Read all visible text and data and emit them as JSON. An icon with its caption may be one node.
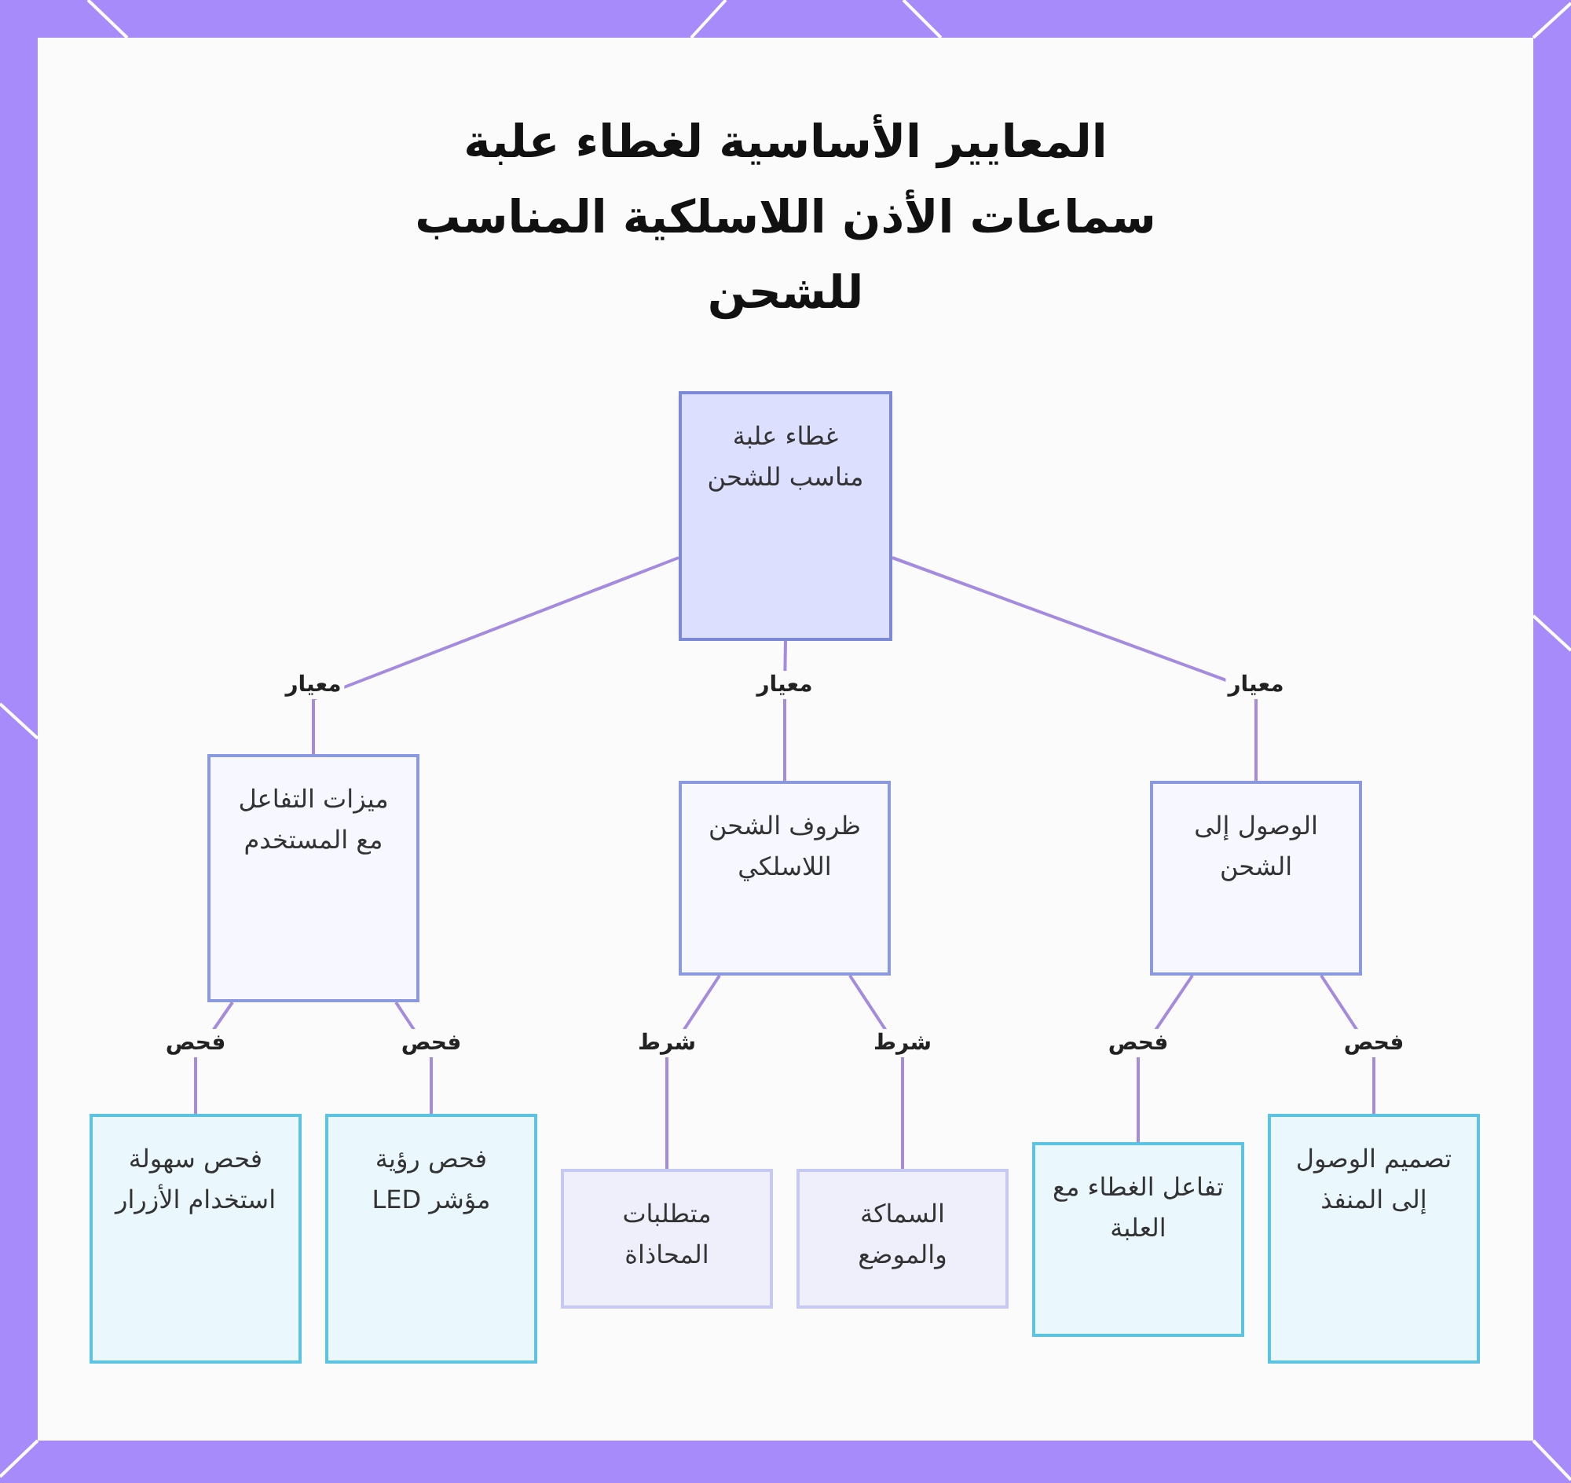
{
  "diagram": {
    "title": "المعايير الأساسية لغطاء علبة سماعات الأذن اللاسلكية المناسب للشحن",
    "nodes": [
      {
        "text": [
          "غطاء علبة مناسب للشحن"
        ]
      },
      {
        "text": [
          "الوصول إلى الشحن"
        ]
      },
      {
        "text": [
          "ظروف الشحن اللاسلكي"
        ]
      },
      {
        "text": [
          "ميزات التفاعل مع المستخدم"
        ]
      },
      {
        "text": [
          "تصميم الوصول إلى المنفذ"
        ]
      },
      {
        "text": [
          "تفاعل الغطاء مع العلبة"
        ]
      },
      {
        "text": [
          "السماكة والموضع"
        ]
      },
      {
        "text": [
          "متطلبات المحاذاة"
        ]
      },
      {
        "text": [
          "فحص رؤية مؤشر LED"
        ]
      },
      {
        "text": [
          "فحص سهولة استخدام الأزرار"
        ]
      }
    ],
    "edges": [
      {
        "from": 0,
        "to": 1,
        "arrow": "none",
        "label": "معيار"
      },
      {
        "from": 0,
        "to": 2,
        "arrow": "none",
        "label": "معيار"
      },
      {
        "from": 0,
        "to": 3,
        "arrow": "none",
        "label": "معيار"
      },
      {
        "from": 1,
        "to": 4,
        "arrow": "none",
        "label": "فحص"
      },
      {
        "from": 1,
        "to": 5,
        "arrow": "none",
        "label": "فحص"
      },
      {
        "from": 2,
        "to": 6,
        "arrow": "none",
        "label": "شرط"
      },
      {
        "from": 2,
        "to": 7,
        "arrow": "none",
        "label": "شرط"
      },
      {
        "from": 3,
        "to": 8,
        "arrow": "none",
        "label": "فحص"
      },
      {
        "from": 3,
        "to": 9,
        "arrow": "none",
        "label": "فحص"
      }
    ]
  }
}
